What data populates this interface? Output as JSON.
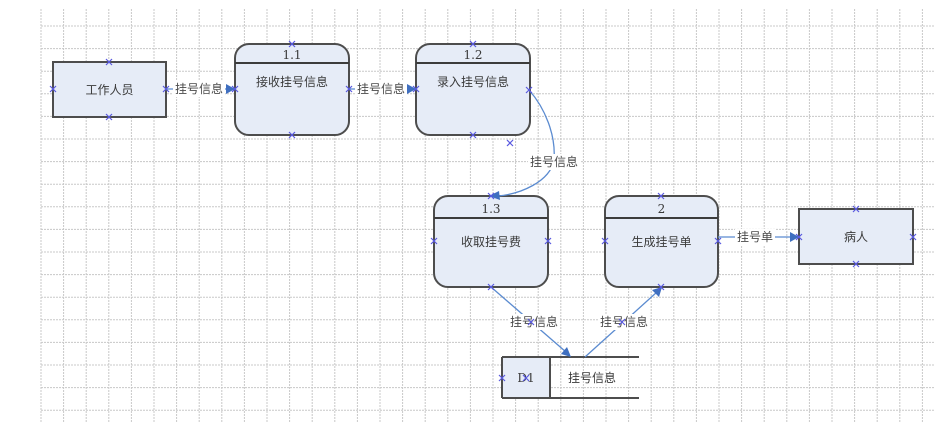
{
  "diagram": {
    "type": "data-flow-diagram",
    "external_entities": [
      {
        "id": "staff",
        "label": "工作人员"
      },
      {
        "id": "patient",
        "label": "病人"
      }
    ],
    "processes": [
      {
        "id": "p1_1",
        "number": "1.1",
        "label": "接收挂号信息"
      },
      {
        "id": "p1_2",
        "number": "1.2",
        "label": "录入挂号信息"
      },
      {
        "id": "p1_3",
        "number": "1.3",
        "label": "收取挂号费"
      },
      {
        "id": "p2",
        "number": "2",
        "label": "生成挂号单"
      }
    ],
    "data_stores": [
      {
        "id": "d1",
        "number": "D1",
        "label": "挂号信息"
      }
    ],
    "flows": [
      {
        "from": "staff",
        "to": "p1_1",
        "label": "挂号信息"
      },
      {
        "from": "p1_1",
        "to": "p1_2",
        "label": "挂号信息"
      },
      {
        "from": "p1_2",
        "to": "p1_3",
        "label": "挂号信息"
      },
      {
        "from": "p1_3",
        "to": "d1",
        "label": "挂号信息"
      },
      {
        "from": "d1",
        "to": "p2",
        "label": "挂号信息"
      },
      {
        "from": "p2",
        "to": "patient",
        "label": "挂号单"
      }
    ]
  },
  "colors": {
    "box_fill": "#e6ecf7",
    "box_border": "#4d4d4d",
    "flow_line": "#5b8bd0",
    "arrowhead": "#3f6fc0",
    "connection_point": "#5959e0",
    "grid": "#c8c8c8"
  }
}
